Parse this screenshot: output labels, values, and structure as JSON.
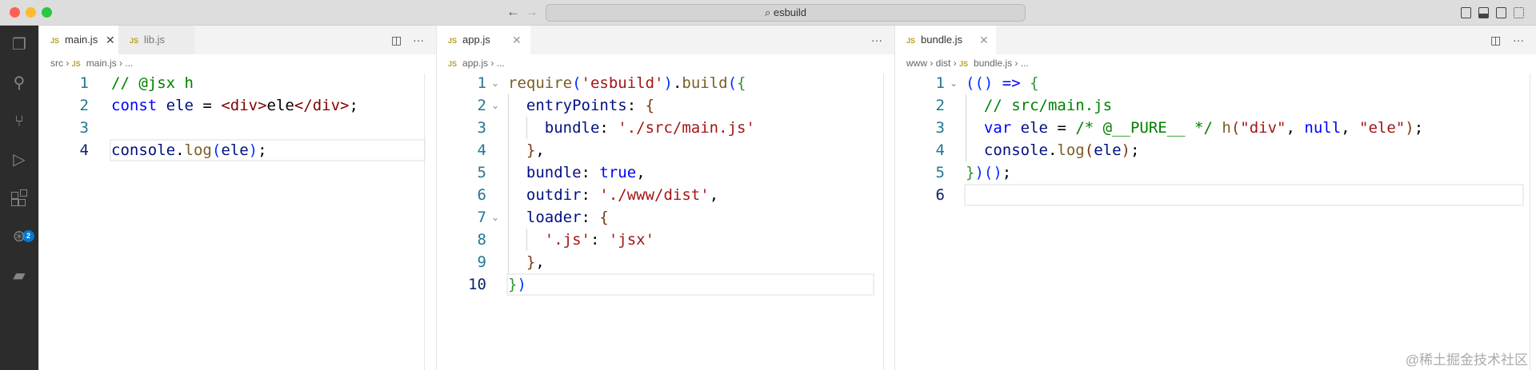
{
  "window": {
    "search_text": "esbuild"
  },
  "activity_bar": {
    "items": [
      "explorer-icon",
      "search-icon",
      "source-control-icon",
      "run-debug-icon",
      "extensions-icon",
      "git-graph-icon",
      "docker-icon"
    ],
    "extensions_badge": "2"
  },
  "colors": {
    "comment": "#008000",
    "keyword": "#0000ff",
    "variable": "#001080",
    "function": "#795e26",
    "string": "#a31515",
    "tag": "#800000",
    "line_number": "#237893"
  },
  "panels": [
    {
      "tabs": [
        {
          "label": "main.js",
          "active": true
        },
        {
          "label": "lib.js",
          "active": false
        }
      ],
      "breadcrumb": [
        "src",
        "main.js",
        "..."
      ],
      "active_line": 4,
      "folds": [],
      "lines": [
        [
          [
            "// @jsx h",
            "c"
          ]
        ],
        [
          [
            "const",
            "k"
          ],
          [
            " ",
            ""
          ],
          [
            "ele",
            "v"
          ],
          [
            " = ",
            ""
          ],
          [
            "<div>",
            "t"
          ],
          [
            "ele",
            ""
          ],
          [
            "</div>",
            "t"
          ],
          [
            ";",
            ""
          ]
        ],
        [],
        [
          [
            "console",
            "v"
          ],
          [
            ".",
            ""
          ],
          [
            "log",
            "f"
          ],
          [
            "(",
            "b1"
          ],
          [
            "ele",
            "v"
          ],
          [
            ")",
            "b1"
          ],
          [
            ";",
            ""
          ]
        ]
      ]
    },
    {
      "tabs": [
        {
          "label": "app.js",
          "active": true
        }
      ],
      "breadcrumb": [
        "app.js",
        "..."
      ],
      "active_line": 10,
      "folds": [
        1,
        2,
        7
      ],
      "lines": [
        [
          [
            "require",
            "f"
          ],
          [
            "(",
            "b1"
          ],
          [
            "'esbuild'",
            "s"
          ],
          [
            ")",
            "b1"
          ],
          [
            ".",
            ""
          ],
          [
            "build",
            "f"
          ],
          [
            "(",
            "b1"
          ],
          [
            "{",
            "b2"
          ]
        ],
        [
          [
            "  ",
            ""
          ],
          [
            "entryPoints",
            "v"
          ],
          [
            ": ",
            ""
          ],
          [
            "{",
            "b3"
          ]
        ],
        [
          [
            "    ",
            ""
          ],
          [
            "bundle",
            "v"
          ],
          [
            ": ",
            ""
          ],
          [
            "'./src/main.js'",
            "s"
          ]
        ],
        [
          [
            "  ",
            ""
          ],
          [
            "}",
            "b3"
          ],
          [
            ",",
            ""
          ]
        ],
        [
          [
            "  ",
            ""
          ],
          [
            "bundle",
            "v"
          ],
          [
            ": ",
            ""
          ],
          [
            "true",
            "k"
          ],
          [
            ",",
            ""
          ]
        ],
        [
          [
            "  ",
            ""
          ],
          [
            "outdir",
            "v"
          ],
          [
            ": ",
            ""
          ],
          [
            "'./www/dist'",
            "s"
          ],
          [
            ",",
            ""
          ]
        ],
        [
          [
            "  ",
            ""
          ],
          [
            "loader",
            "v"
          ],
          [
            ": ",
            ""
          ],
          [
            "{",
            "b3"
          ]
        ],
        [
          [
            "    ",
            ""
          ],
          [
            "'.js'",
            "s"
          ],
          [
            ": ",
            ""
          ],
          [
            "'jsx'",
            "s"
          ]
        ],
        [
          [
            "  ",
            ""
          ],
          [
            "}",
            "b3"
          ],
          [
            ",",
            ""
          ]
        ],
        [
          [
            "}",
            "b2"
          ],
          [
            ")",
            "b1"
          ]
        ]
      ]
    },
    {
      "tabs": [
        {
          "label": "bundle.js",
          "active": true
        }
      ],
      "breadcrumb": [
        "www",
        "dist",
        "bundle.js",
        "..."
      ],
      "active_line": 6,
      "folds": [
        1
      ],
      "lines": [
        [
          [
            "((",
            "b1"
          ],
          [
            ")",
            "b1"
          ],
          [
            " ",
            ""
          ],
          [
            "=>",
            "k"
          ],
          [
            " ",
            ""
          ],
          [
            "{",
            "b2"
          ]
        ],
        [
          [
            "  ",
            ""
          ],
          [
            "// src/main.js",
            "c"
          ]
        ],
        [
          [
            "  ",
            ""
          ],
          [
            "var",
            "k"
          ],
          [
            " ",
            ""
          ],
          [
            "ele",
            "v"
          ],
          [
            " = ",
            ""
          ],
          [
            "/* @__PURE__ */",
            "c"
          ],
          [
            " ",
            ""
          ],
          [
            "h",
            "f"
          ],
          [
            "(",
            "b3"
          ],
          [
            "\"div\"",
            "s"
          ],
          [
            ", ",
            ""
          ],
          [
            "null",
            "k"
          ],
          [
            ", ",
            ""
          ],
          [
            "\"ele\"",
            "s"
          ],
          [
            ")",
            "b3"
          ],
          [
            ";",
            ""
          ]
        ],
        [
          [
            "  ",
            ""
          ],
          [
            "console",
            "v"
          ],
          [
            ".",
            ""
          ],
          [
            "log",
            "f"
          ],
          [
            "(",
            "b3"
          ],
          [
            "ele",
            "v"
          ],
          [
            ")",
            "b3"
          ],
          [
            ";",
            ""
          ]
        ],
        [
          [
            "}",
            "b2"
          ],
          [
            ")",
            "b1"
          ],
          [
            "()",
            "b1"
          ],
          [
            ";",
            ""
          ]
        ],
        []
      ]
    }
  ],
  "watermark": "@稀土掘金技术社区"
}
